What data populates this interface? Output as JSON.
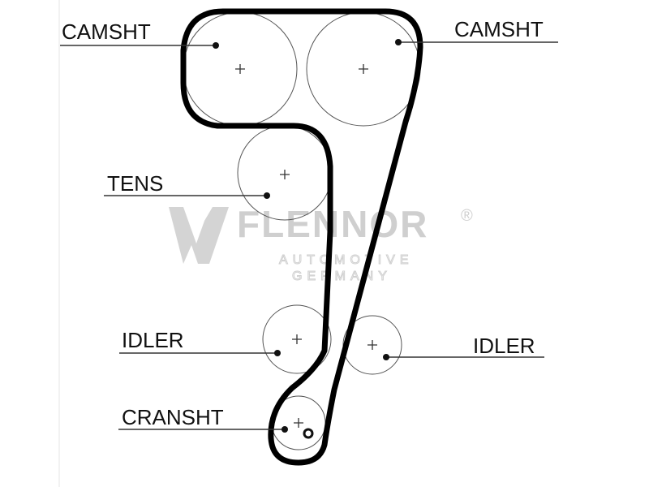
{
  "labels": {
    "camshaft_left": "CAMSHT",
    "camshaft_right": "CAMSHT",
    "tensioner": "TENS",
    "idler_left": "IDLER",
    "idler_right": "IDLER",
    "crankshaft": "CRANSHT"
  },
  "watermark": {
    "brand": "FLENNOR",
    "registered": "®",
    "line1": "AUTOMOTIVE",
    "line2": "GERMANY"
  },
  "colors": {
    "belt": "#000000",
    "pulley": "#555555",
    "watermark": "#cfcfcf"
  }
}
